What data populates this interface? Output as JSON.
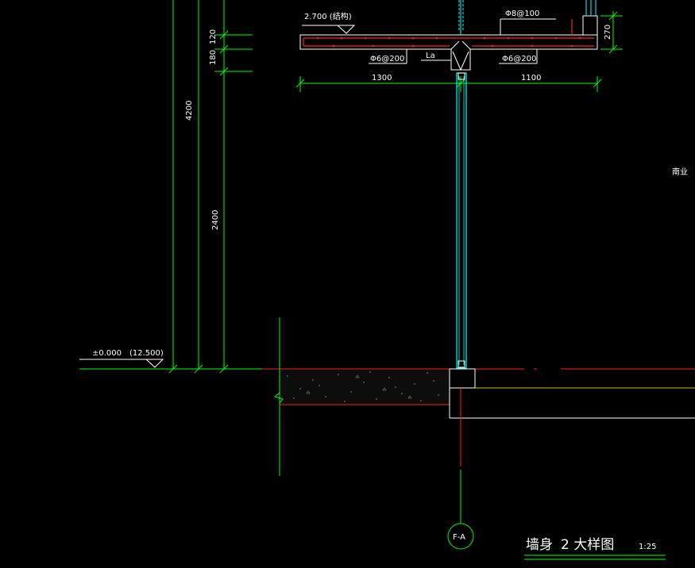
{
  "colors": {
    "background": "#000000",
    "dimension": "#00ff00",
    "rebar": "#ff2020",
    "wall": "#00ffff",
    "outline": "#ffffff",
    "edge_yellow": "#c8c800",
    "concrete_fill": "#1a1a1a"
  },
  "annotations": {
    "slab_level": "2.700 (结构)",
    "top_rebar": "Φ8@100",
    "bottom_rebar_left": "Φ6@200",
    "bottom_rebar_right": "Φ6@200",
    "anchor_length": "La",
    "ground_level": "±0.000",
    "ground_level_ref": "(12.500)",
    "side_text": "南业",
    "axis_id": "F-A"
  },
  "dimensions": {
    "slab_thickness": "120",
    "beam_depth": "180",
    "total_height": "4200",
    "wall_height": "2400",
    "left_span": "1300",
    "right_span": "1100",
    "parapet": "270"
  },
  "title": {
    "name": "墙身",
    "detail": "2 大样图",
    "scale": "1:25"
  }
}
